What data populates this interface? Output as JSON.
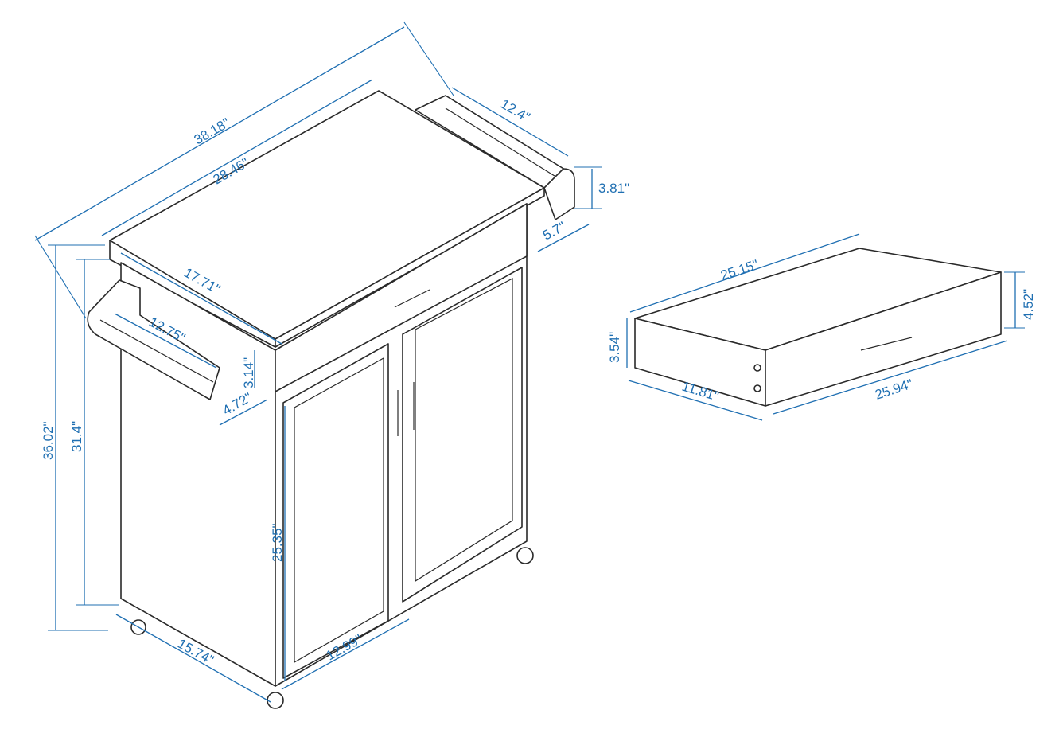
{
  "dimensions": {
    "cart": {
      "overall_length": "38.18\"",
      "top_length": "28.46\"",
      "top_depth": "17.71\"",
      "towel_bar_length": "12.75\"",
      "drawer_front_height": "3.14\"",
      "towel_bar_offset": "4.72\"",
      "overall_height": "36.02\"",
      "body_height": "31.4\"",
      "door_height": "25.35\"",
      "base_depth": "15.74\"",
      "base_width": "12.99\"",
      "rear_bar_length": "12.4\"",
      "bar_end_height": "3.81\"",
      "bar_projection": "5.7\""
    },
    "drawer": {
      "depth": "25.15\"",
      "rear_height": "4.52\"",
      "side_height": "3.54\"",
      "width": "11.81\"",
      "front_length": "25.94\""
    }
  },
  "colors": {
    "dimension": "#1f6fb2",
    "outline": "#2a2a2a"
  }
}
